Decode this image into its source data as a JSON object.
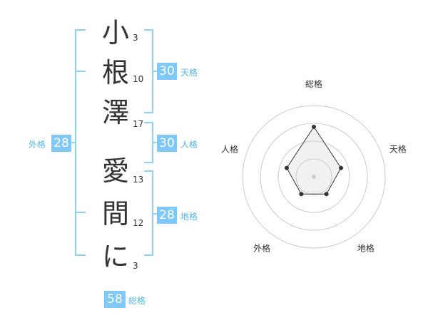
{
  "name": {
    "surname": [
      {
        "char": "小",
        "strokes": "3"
      },
      {
        "char": "根",
        "strokes": "10"
      },
      {
        "char": "澤",
        "strokes": "17"
      }
    ],
    "given": [
      {
        "char": "愛",
        "strokes": "13"
      },
      {
        "char": "間",
        "strokes": "12"
      },
      {
        "char": "に",
        "strokes": "3"
      }
    ]
  },
  "fortunes": {
    "tenkaku": {
      "label": "天格",
      "value": "30"
    },
    "jinkaku": {
      "label": "人格",
      "value": "30"
    },
    "chikaku": {
      "label": "地格",
      "value": "28"
    },
    "gaikaku": {
      "label": "外格",
      "value": "28"
    },
    "soukaku": {
      "label": "総格",
      "value": "58"
    }
  },
  "colors": {
    "accent": "#7fc8f8",
    "accent_text": "#56b7ea",
    "bracket": "#8fd0f8"
  },
  "chart_data": {
    "type": "radar",
    "axes": [
      "総格",
      "天格",
      "地格",
      "外格",
      "人格"
    ],
    "levels": 4,
    "values": [
      3.5,
      2,
      1.5,
      1.5,
      2
    ],
    "max": 5
  }
}
